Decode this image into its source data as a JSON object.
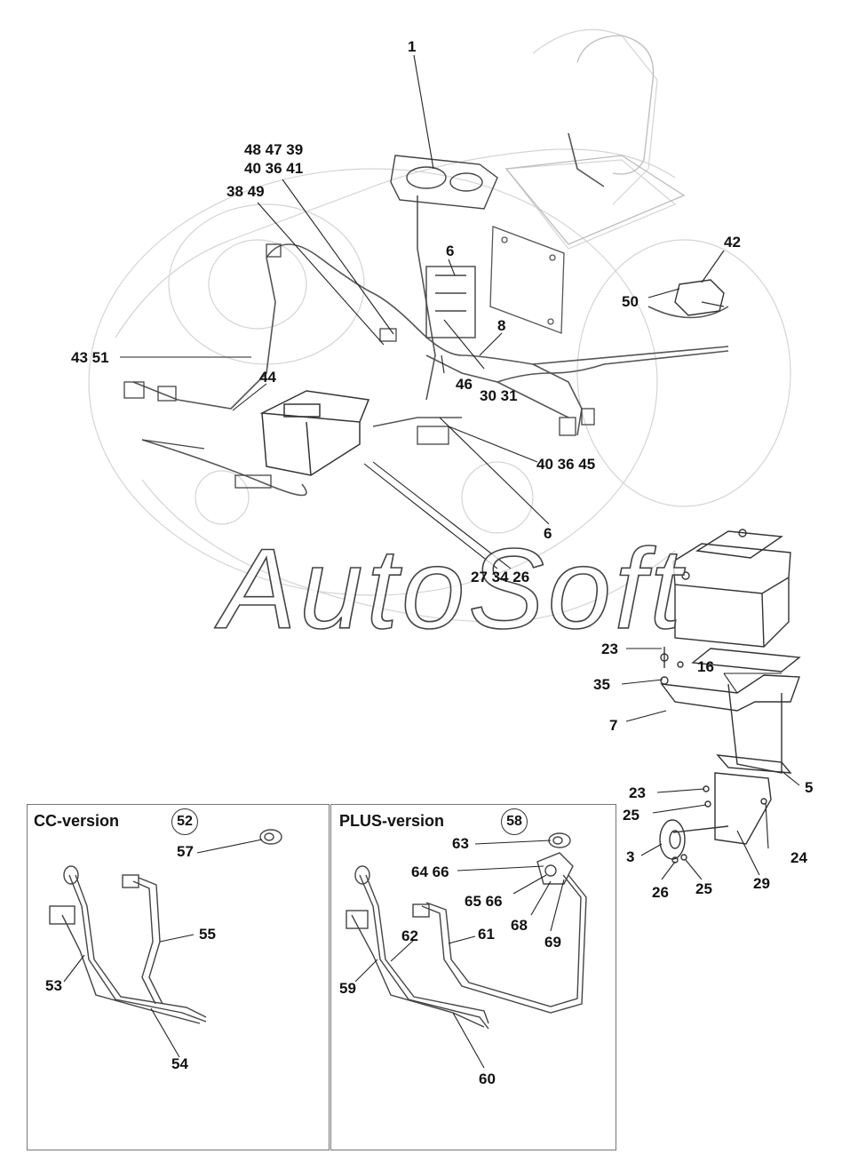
{
  "watermark": "AutoSoft",
  "callouts": {
    "c1": "1",
    "c48_47_39": "48 47 39",
    "c40_36_41": "40 36 41",
    "c38_49": "38 49",
    "c6a": "6",
    "c42": "42",
    "c50": "50",
    "c8": "8",
    "c43_51": "43 51",
    "c44": "44",
    "c46": "46",
    "c30_31": "30 31",
    "c40_36_45": "40 36 45",
    "c6b": "6",
    "c27_34_26": "27 34 26",
    "c23a": "23",
    "c16": "16",
    "c35": "35",
    "c7": "7",
    "c5": "5",
    "c23b": "23",
    "c25a": "25",
    "c24": "24",
    "c3": "3",
    "c29": "29",
    "c26": "26",
    "c25b": "25"
  },
  "cc_panel": {
    "title": "CC-version",
    "badge": "52",
    "labels": {
      "l57": "57",
      "l55": "55",
      "l53": "53",
      "l54": "54"
    }
  },
  "plus_panel": {
    "title": "PLUS-version",
    "badge": "58",
    "labels": {
      "l63": "63",
      "l64_66": "64 66",
      "l65_66": "65 66",
      "l68": "68",
      "l69": "69",
      "l62": "62",
      "l61": "61",
      "l59": "59",
      "l60": "60"
    }
  }
}
